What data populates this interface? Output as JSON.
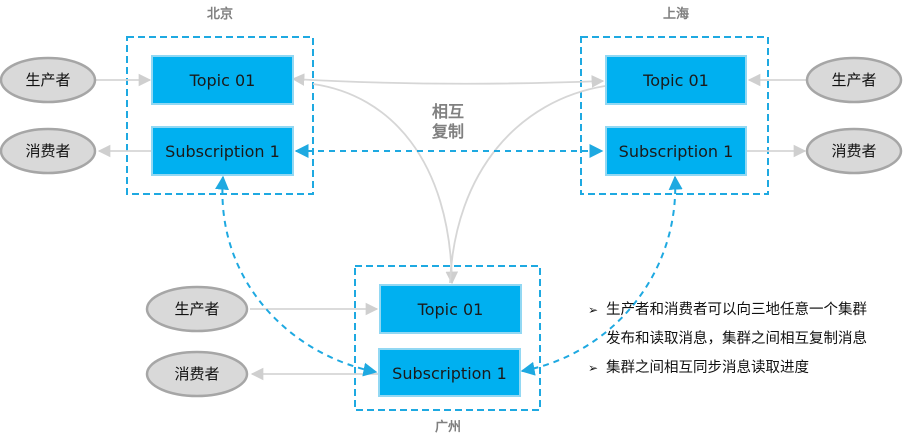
{
  "regions": {
    "beijing": {
      "label": "北京",
      "topic": "Topic 01",
      "subscription": "Subscription 1",
      "producer": "生产者",
      "consumer": "消费者"
    },
    "shanghai": {
      "label": "上海",
      "topic": "Topic 01",
      "subscription": "Subscription 1",
      "producer": "生产者",
      "consumer": "消费者"
    },
    "guangzhou": {
      "label": "广州",
      "topic": "Topic 01",
      "subscription": "Subscription 1",
      "producer": "生产者",
      "consumer": "消费者"
    }
  },
  "mutual_replication": {
    "line1": "相互",
    "line2": "复制"
  },
  "notes": {
    "bullet_glyph": "➢",
    "item1_line1": "生产者和消费者可以向三地任意一个集群",
    "item1_line2": "发布和读取消息，集群之间相互复制消息",
    "item2": "集群之间相互同步消息读取进度"
  },
  "colors": {
    "box_fill": "#00b0f0",
    "region_border": "#1ea9e1",
    "ellipse_fill": "#d9d9d9",
    "connector_gray": "#d6d6d6",
    "label_gray": "#808080"
  }
}
